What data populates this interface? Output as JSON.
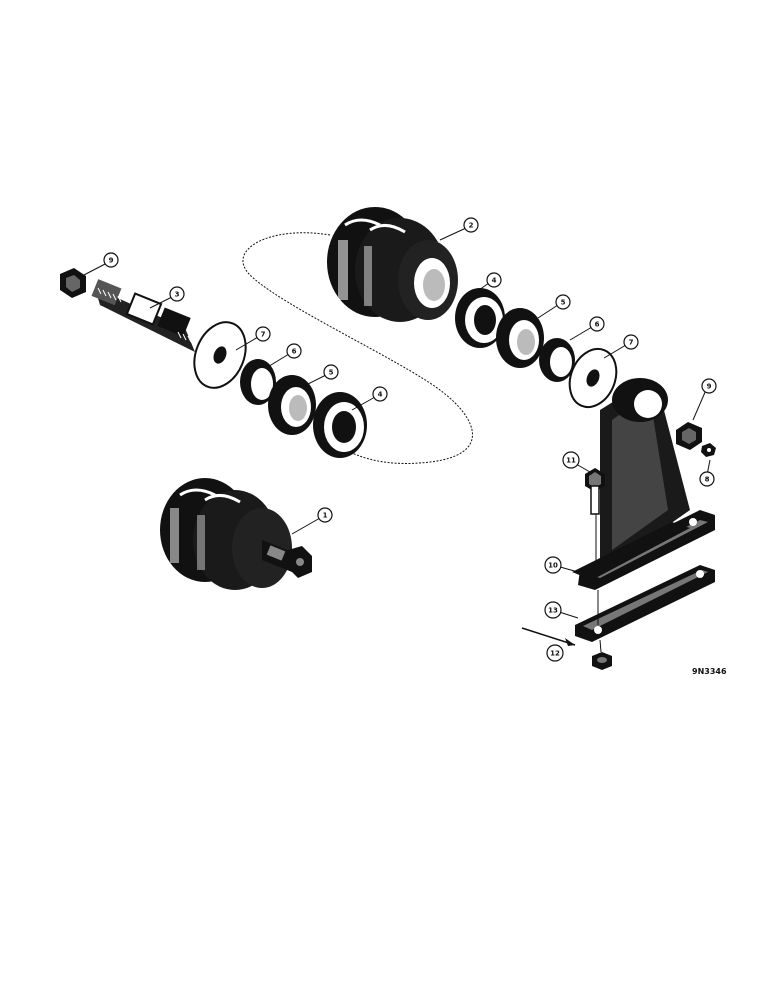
{
  "diagram": {
    "reference_code": "9N3346",
    "callouts": {
      "roller_assembly": "1",
      "roller_body": "2",
      "shaft": "3",
      "bearing_right": "4",
      "bearing_left": "4",
      "seal_right": "5",
      "seal_left": "5",
      "retainer_right": "6",
      "retainer_left": "6",
      "washer_right": "7",
      "washer_left": "7",
      "shaft_nut_left": "9",
      "bracket_nut": "9",
      "plug": "8",
      "bolt": "11",
      "shim": "10",
      "plate": "13",
      "arrow_label": "12"
    },
    "colors": {
      "ink": "#111111",
      "paper": "#ffffff"
    }
  }
}
